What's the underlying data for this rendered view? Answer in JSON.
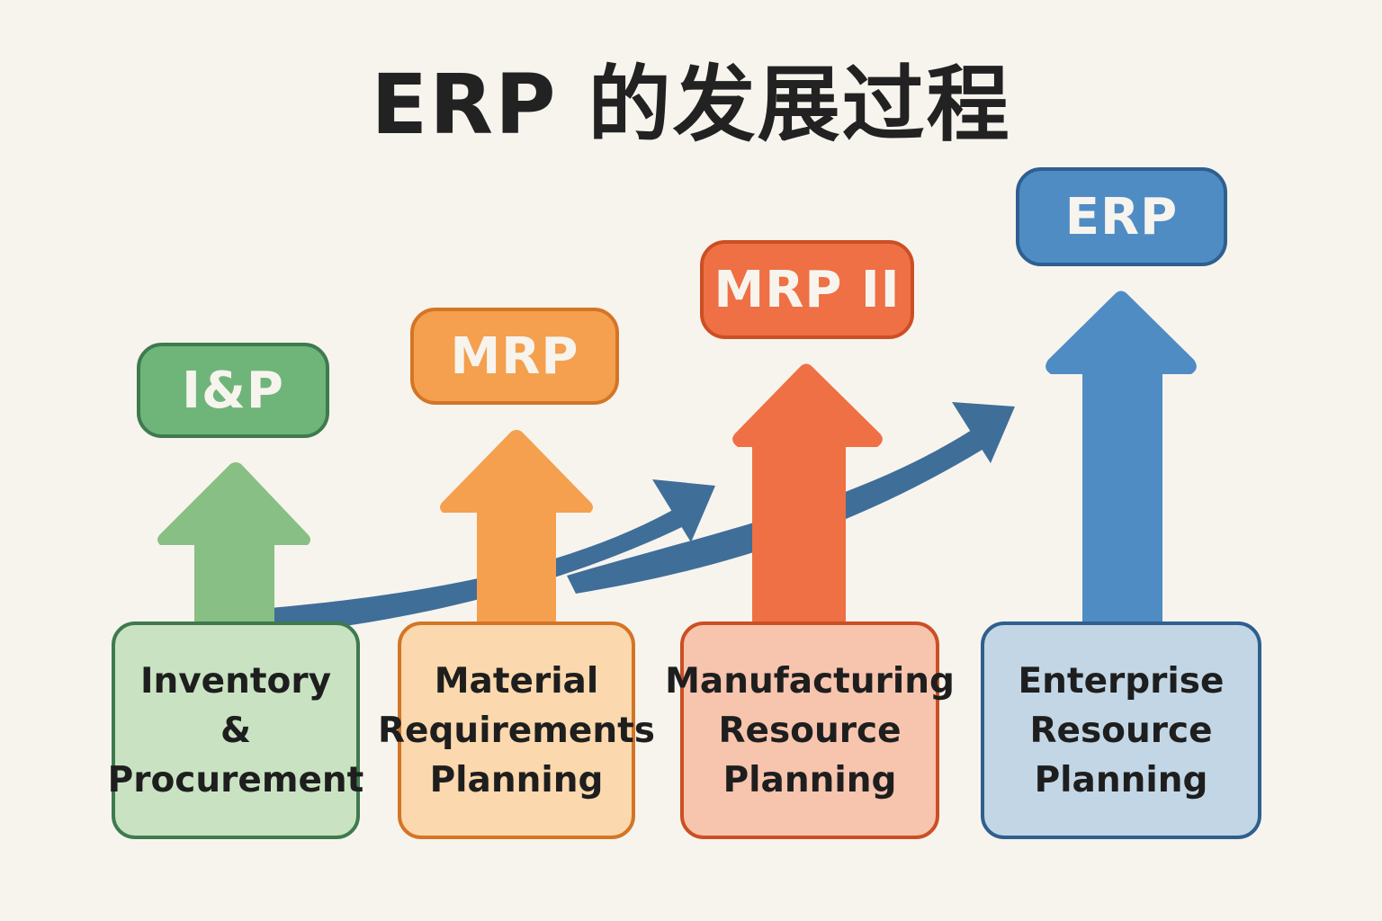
{
  "title": "ERP 的发展过程",
  "colors": {
    "background": "#f7f4ee",
    "green": "#6fb57a",
    "green_arrow": "#88bf84",
    "green_border": "#3f7a4e",
    "green_box": "#c9e3c2",
    "orange": "#f4a04f",
    "orange_border": "#d47526",
    "orange_box": "#fbd8ad",
    "red": "#ee7044",
    "red_border": "#cc4f24",
    "red_box": "#f7c4ae",
    "blue": "#4f8cc4",
    "blue_border": "#2f5f8f",
    "blue_box": "#c2d6e5",
    "trend": "#3f6e99"
  },
  "stages": [
    {
      "abbr": "I&P",
      "lines": [
        "Inventory",
        "&",
        "Procurement"
      ],
      "color": "green"
    },
    {
      "abbr": "MRP",
      "lines": [
        "Material",
        "Requirements",
        "Planning"
      ],
      "color": "orange"
    },
    {
      "abbr": "MRP II",
      "lines": [
        "Manufacturing",
        "Resource",
        "Planning"
      ],
      "color": "red"
    },
    {
      "abbr": "ERP",
      "lines": [
        "Enterprise",
        "Resource",
        "Planning"
      ],
      "color": "blue"
    }
  ]
}
